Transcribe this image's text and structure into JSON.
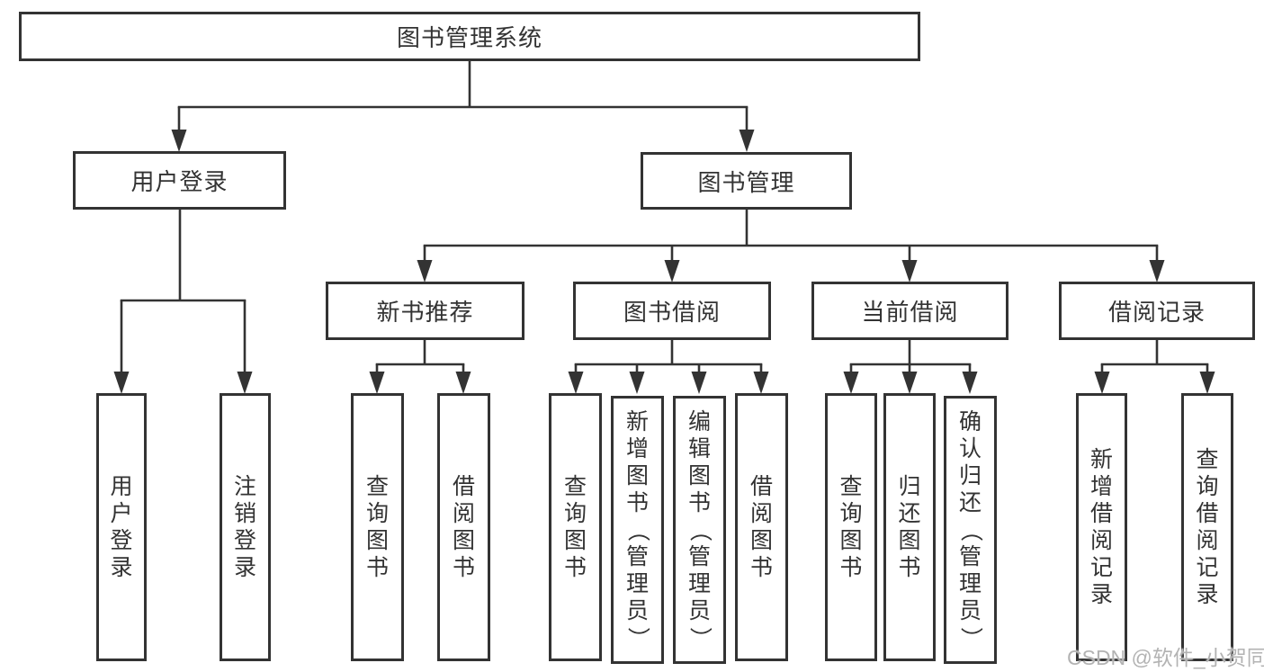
{
  "diagram": {
    "title_node": "图书管理系统",
    "tree": {
      "id": "root",
      "label": "图书管理系统",
      "children": [
        {
          "id": "login",
          "label": "用户登录",
          "children": [
            {
              "id": "login-1",
              "label": "用户登录"
            },
            {
              "id": "login-2",
              "label": "注销登录"
            }
          ]
        },
        {
          "id": "mgmt",
          "label": "图书管理",
          "children": [
            {
              "id": "rec",
              "label": "新书推荐",
              "children": [
                {
                  "id": "rec-1",
                  "label": "查询图书"
                },
                {
                  "id": "rec-2",
                  "label": "借阅图书"
                }
              ]
            },
            {
              "id": "borrow",
              "label": "图书借阅",
              "children": [
                {
                  "id": "borrow-1",
                  "label": "查询图书"
                },
                {
                  "id": "borrow-2",
                  "label": "新增图书（管理员）"
                },
                {
                  "id": "borrow-3",
                  "label": "编辑图书（管理员）"
                },
                {
                  "id": "borrow-4",
                  "label": "借阅图书"
                }
              ]
            },
            {
              "id": "current",
              "label": "当前借阅",
              "children": [
                {
                  "id": "current-1",
                  "label": "查询图书"
                },
                {
                  "id": "current-2",
                  "label": "归还图书"
                },
                {
                  "id": "current-3",
                  "label": "确认归还（管理员）"
                }
              ]
            },
            {
              "id": "history",
              "label": "借阅记录",
              "children": [
                {
                  "id": "history-1",
                  "label": "新增借阅记录"
                },
                {
                  "id": "history-2",
                  "label": "查询借阅记录"
                }
              ]
            }
          ]
        }
      ]
    }
  },
  "watermark": {
    "text": "CSDN @软件_小贺同学"
  },
  "colors": {
    "line": "#333333",
    "box_border": "#333333",
    "text": "#333333",
    "watermark": "#b3b3b3",
    "background": "#ffffff"
  }
}
